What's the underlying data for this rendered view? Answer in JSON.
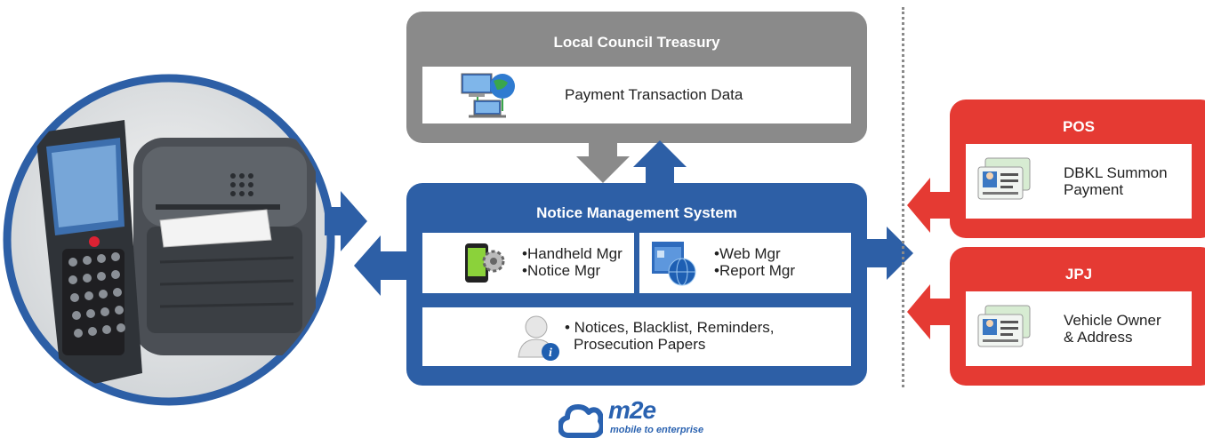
{
  "treasury": {
    "title": "Local Council Treasury",
    "data_label": "Payment Transaction Data"
  },
  "nms": {
    "title": "Notice Management System",
    "handheld": [
      "•Handheld Mgr",
      "•Notice Mgr"
    ],
    "web": [
      "•Web Mgr",
      "•Report Mgr"
    ],
    "notices": [
      "• Notices, Blacklist, Reminders,",
      "Prosecution Papers"
    ]
  },
  "pos": {
    "title": "POS",
    "lines": [
      "DBKL Summon",
      "Payment"
    ]
  },
  "jpj": {
    "title": "JPJ",
    "lines": [
      "Vehicle Owner",
      "& Address"
    ]
  },
  "logo": {
    "name": "m2e",
    "tagline": "mobile to enterprise"
  },
  "colors": {
    "blue": "#2d5fa6",
    "gray": "#8a8a8a",
    "red": "#e53a33"
  },
  "icons": [
    "device-photo-icon",
    "network-computers-icon",
    "handheld-gear-icon",
    "web-globe-icon",
    "user-info-icon",
    "id-card-icon",
    "cloud-logo-icon"
  ]
}
